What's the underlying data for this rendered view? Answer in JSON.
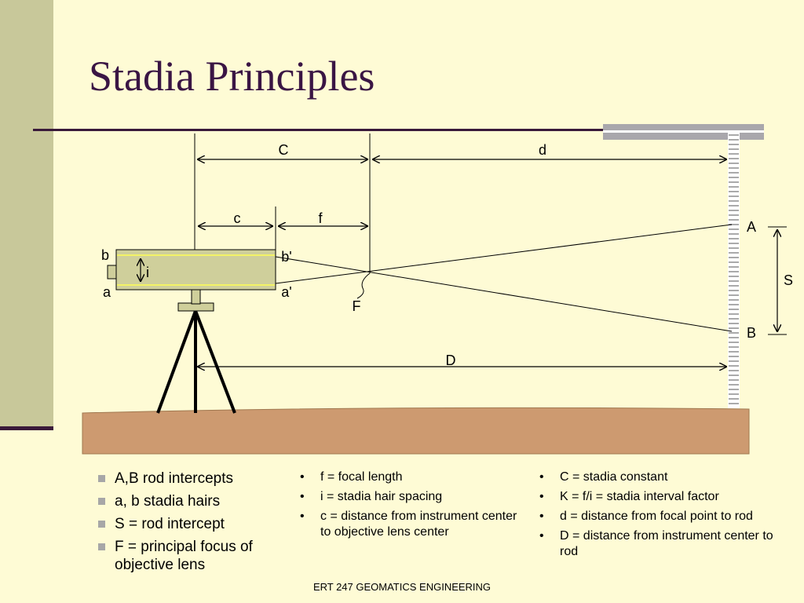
{
  "slide": {
    "title": "Stadia Principles",
    "footer": "ERT 247 GEOMATICS ENGINEERING"
  },
  "diagram": {
    "labels": {
      "C": "C",
      "d": "d",
      "c": "c",
      "f": "f",
      "A": "A",
      "B": "B",
      "b": "b",
      "b_prime": "b'",
      "i": "i",
      "a": "a",
      "a_prime": "a'",
      "F": "F",
      "S": "S",
      "D": "D"
    },
    "colors": {
      "ground": "#CD9A70",
      "instrument": "#CFCF9B",
      "stadia_hairs": "#FFFF55",
      "ceiling": "#A9A7AC",
      "rod": "#FFFFFF"
    }
  },
  "legend": {
    "column1": [
      "A,B rod intercepts",
      "a, b stadia hairs",
      "S = rod intercept",
      "F = principal focus of objective lens"
    ],
    "column2": [
      "f = focal length",
      "i = stadia hair spacing",
      "c = distance from instrument center to objective lens center"
    ],
    "column3": [
      "C = stadia constant",
      "K = f/i = stadia interval factor",
      "d = distance from focal point to rod",
      "D = distance from instrument center to rod"
    ]
  }
}
